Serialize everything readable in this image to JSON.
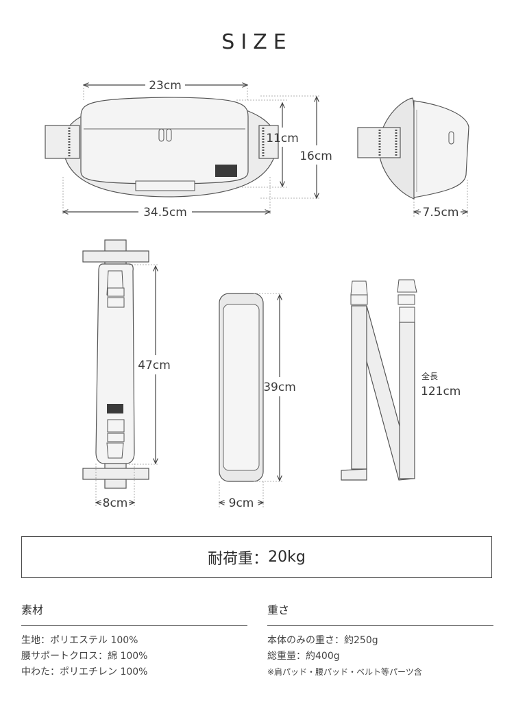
{
  "title": "SIZE",
  "dimensions": {
    "top_width": "23cm",
    "height_inner": "11cm",
    "height_total": "16cm",
    "bottom_width": "34.5cm",
    "depth": "7.5cm",
    "strap_length": "47cm",
    "strap_width": "8cm",
    "pad_length": "39cm",
    "pad_width": "9cm",
    "belt_total_label": "全長",
    "belt_total_value": "121cm"
  },
  "load": {
    "label": "耐荷重：",
    "value": "20kg"
  },
  "materials": {
    "heading": "素材",
    "items": [
      "生地：ポリエステル 100%",
      "腰サポートクロス：綿 100%",
      "中わた：ポリエチレン 100%"
    ]
  },
  "weight": {
    "heading": "重さ",
    "items": [
      "本体のみの重さ：約250g",
      "総重量：約400g"
    ],
    "note": "※肩パッド・腰パッド・ベルト等パーツ含"
  },
  "colors": {
    "line": "#555555",
    "fill": "#f2f2f2",
    "fill_dark": "#e3e3e3",
    "logo": "#3a3a3a"
  }
}
